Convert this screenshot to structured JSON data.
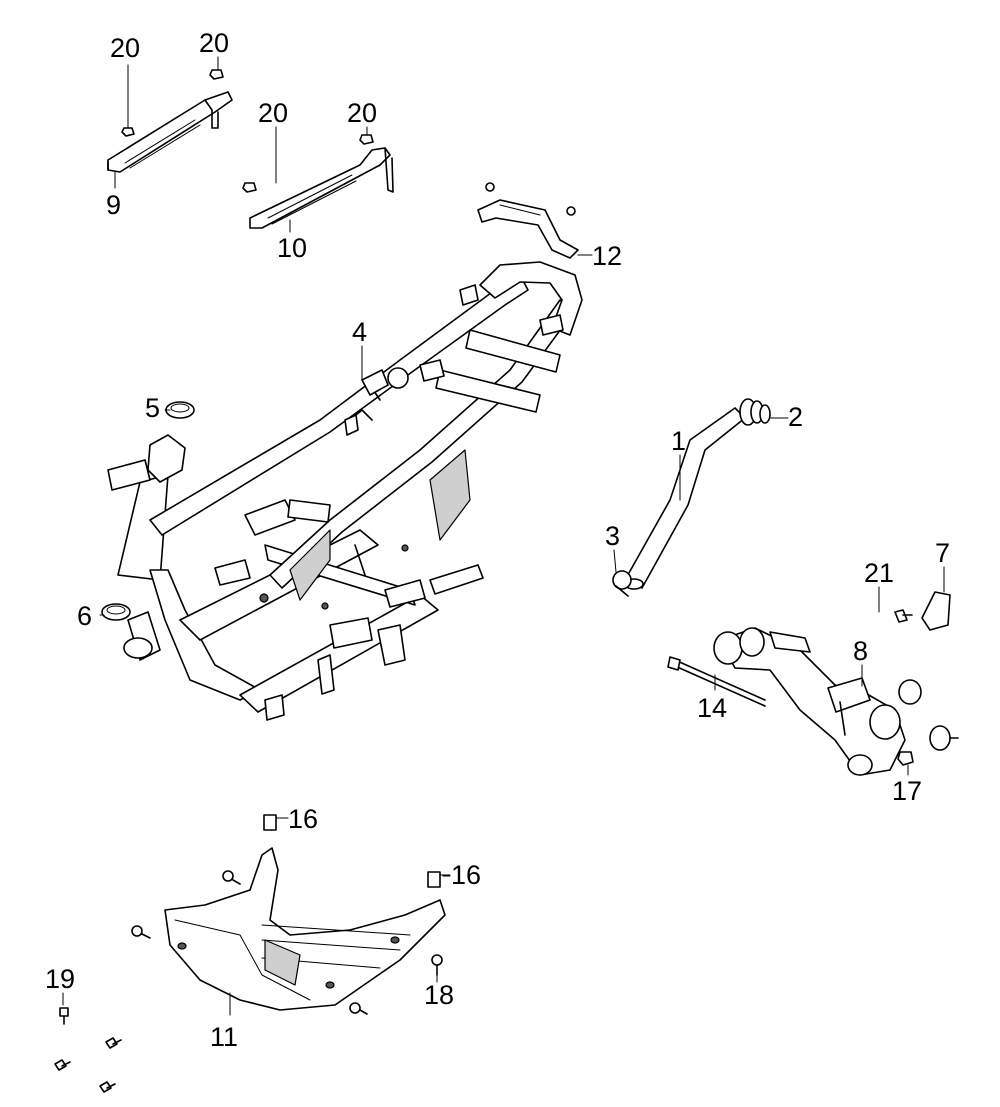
{
  "callouts": {
    "c1": "1",
    "c2": "2",
    "c3": "3",
    "c4": "4",
    "c5": "5",
    "c6": "6",
    "c7": "7",
    "c8": "8",
    "c9": "9",
    "c10": "10",
    "c11": "11",
    "c12": "12",
    "c14": "14",
    "c16a": "16",
    "c16b": "16",
    "c17": "17",
    "c18": "18",
    "c19": "19",
    "c20a": "20",
    "c20b": "20",
    "c20c": "20",
    "c20d": "20",
    "c21": "21"
  }
}
